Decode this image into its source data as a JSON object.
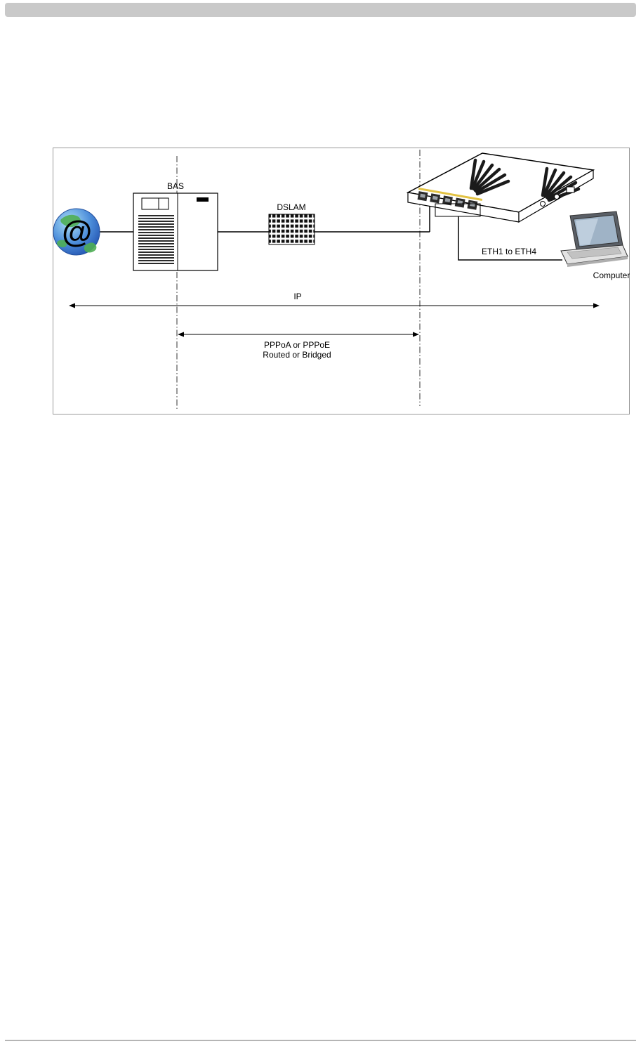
{
  "document": {
    "colors": {
      "header_bar": "#c9c9c9",
      "footer_rule": "#b5b5b5"
    }
  },
  "diagram": {
    "internet": {
      "at_symbol": "@"
    },
    "bas": {
      "label": "BAS"
    },
    "dslam": {
      "label": "DSLAM"
    },
    "router": {
      "eth_ports_label": "ETH1 to ETH4"
    },
    "computer": {
      "label": "Computer"
    },
    "spans": {
      "ip": {
        "label": "IP"
      },
      "ppp": {
        "label_line1": "PPPoA or PPPoE",
        "label_line2": "Routed or Bridged"
      }
    },
    "colors": {
      "globe_green": "#4fae54",
      "at_symbol_navy": "#14206e",
      "port_strip_yellow": "#e2c243",
      "screen_blue": "#9fb3c6"
    }
  }
}
